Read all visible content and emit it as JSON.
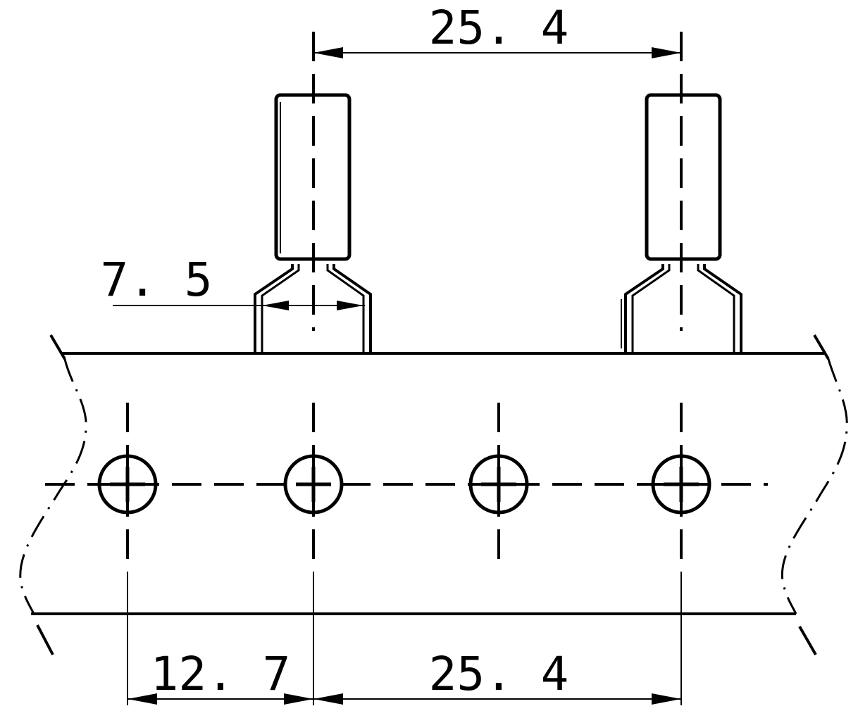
{
  "dimensions": {
    "top_pitch": "25. 4",
    "lead_spread": "7. 5",
    "offset_left": "12. 7",
    "bottom_pitch": "25. 4"
  },
  "colors": {
    "line": "#000000",
    "background": "#ffffff"
  }
}
